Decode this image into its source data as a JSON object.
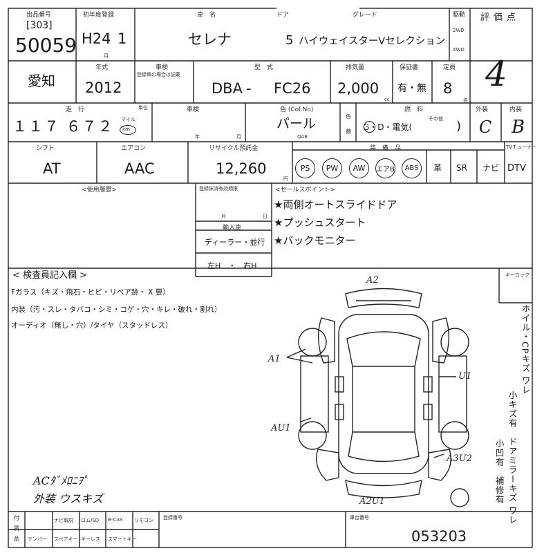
{
  "header": {
    "entry_label": "出品番号",
    "entry_sub": "[303]",
    "entry_no": "50059",
    "reg_label": "初年度登録",
    "reg_year": "H24",
    "reg_month": "1",
    "reg_unit_month": "月",
    "model_label": "車　名",
    "model": "セレナ",
    "door_label": "ドア",
    "doors": "5",
    "grade_label": "グレード",
    "grade": "ハイウェイスターVセレクション",
    "drive_label": "駆動",
    "drive_2wd": "2WD",
    "drive_4wd": "4WD",
    "score_label": "評価点",
    "score": "4"
  },
  "row2": {
    "region": "愛知",
    "year_label": "年式",
    "year": "2012",
    "inspect_label": "車検",
    "inspect_sub": "登録車の場合は記載",
    "type_label": "型　式",
    "type_prefix": "DBA",
    "type_dash": "-",
    "type_code": "FC26",
    "disp_label": "排気量",
    "disp": "2,000",
    "disp_unit": "cc",
    "cert_label": "保証書",
    "cert": "有・無",
    "cap_label": "定員",
    "cap": "8",
    "cap_unit": "名"
  },
  "row3": {
    "mileage_label": "走　行",
    "mileage_unit_top": "マイル",
    "mileage": "１１７ ６７２",
    "mileage_unit": "km",
    "unit_label": "単位",
    "history_label": "車検",
    "history_year": "年",
    "history_month": "月",
    "color_label": "色 (Col.No)",
    "color": "パール",
    "color_code": "QAB",
    "swap_label1": "色",
    "swap_label2": "替",
    "fuel_label": "燃　料",
    "fuel_options": "G・D・電気(",
    "fuel_other_label": "その他",
    "fuel_close": ")",
    "exterior_label": "外装",
    "exterior": "C",
    "interior_label": "内装",
    "interior": "B"
  },
  "row4": {
    "shift_label": "シフト",
    "shift": "AT",
    "ac_label": "エアコン",
    "ac": "AAC",
    "recycle_label": "リサイクル預託金",
    "recycle": "12,260",
    "recycle_unit": "円",
    "equip_label": "装　備　品",
    "equip": [
      "PS",
      "PW",
      "AW",
      "エアB",
      "ABS"
    ],
    "equip_plain": [
      "革",
      "SR",
      "ナビ"
    ],
    "tv_label": "TVチューナー",
    "tv": "DTV"
  },
  "info": {
    "history_label": "<使用履歴>",
    "reg_deadline_label": "登録抹消有効期限",
    "reg_deadline_month": "月",
    "reg_deadline_day": "日",
    "import_label": "輸入車",
    "import_value": "ディーラー・並行",
    "steering": "左H　・　右H",
    "sales_label": "<セールスポイント>",
    "sales_points": [
      "★両側オートスライドドア",
      "★プッシュスタート",
      "★バックモニター"
    ]
  },
  "inspector": {
    "title": "< 検査員記入欄 >",
    "line1": "Fガラス（キズ・飛石・ヒビ・リペア跡・ X 要）",
    "line2": "内装（汚・スレ・タバコ・シミ・コゲ・穴・キレ・破れ・割れ）",
    "line3": "オーディオ（無し・穴）/タイヤ（スタッドレス）",
    "handwritten": [
      "ACﾀﾞﾒﾛﾆｦﾟ",
      "外装 ウスキズ"
    ],
    "key_label": "キーロック",
    "side_notes": [
      "ホイル・CPキズ ワレ",
      "小キズ有　ドアミラーキズ ワレ",
      "小凹有　補修有"
    ]
  },
  "diagram": {
    "marks": [
      "A2",
      "A1",
      "U1",
      "AU1",
      "A3U2",
      "A2U1"
    ]
  },
  "footer": {
    "labels_row1": [
      "ナビ取説",
      "ロム/SD",
      "B-CAS",
      "リモコン"
    ],
    "labels_row2": [
      "テンバー",
      "スペアキー",
      "キーレス",
      "スマートキー"
    ],
    "left_label1": "付",
    "left_label2": "属",
    "left_label3": "品",
    "reg_no_label": "登録番号",
    "chassis_label": "車台番号",
    "chassis": "053203"
  }
}
